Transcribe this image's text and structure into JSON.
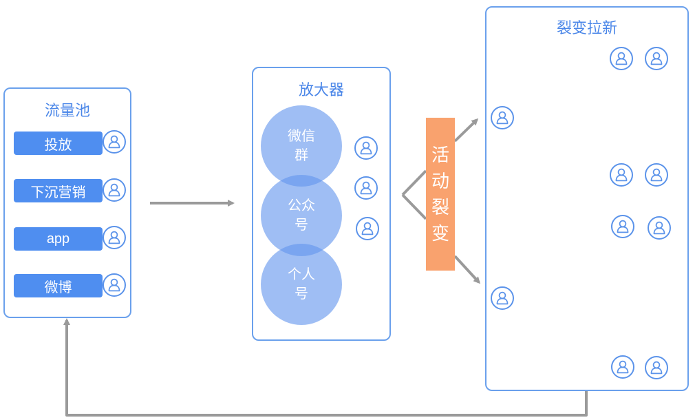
{
  "traffic_pool": {
    "title": "流量池",
    "items": [
      "投放",
      "下沉营销",
      "app",
      "微博"
    ]
  },
  "amplifier": {
    "title": "放大器",
    "bubbles": [
      "微信群",
      "公众号",
      "个人号"
    ]
  },
  "activity": {
    "label": "活动裂变"
  },
  "fission_acquisition": {
    "title": "裂变拉新"
  },
  "icons": {
    "user": "user-avatar-icon"
  },
  "colors": {
    "accent": "#4f8ef0",
    "border": "#6aa0ec",
    "bubble": "#6496ee",
    "activity": "#f9a26e",
    "arrow": "#9a9a9a"
  }
}
